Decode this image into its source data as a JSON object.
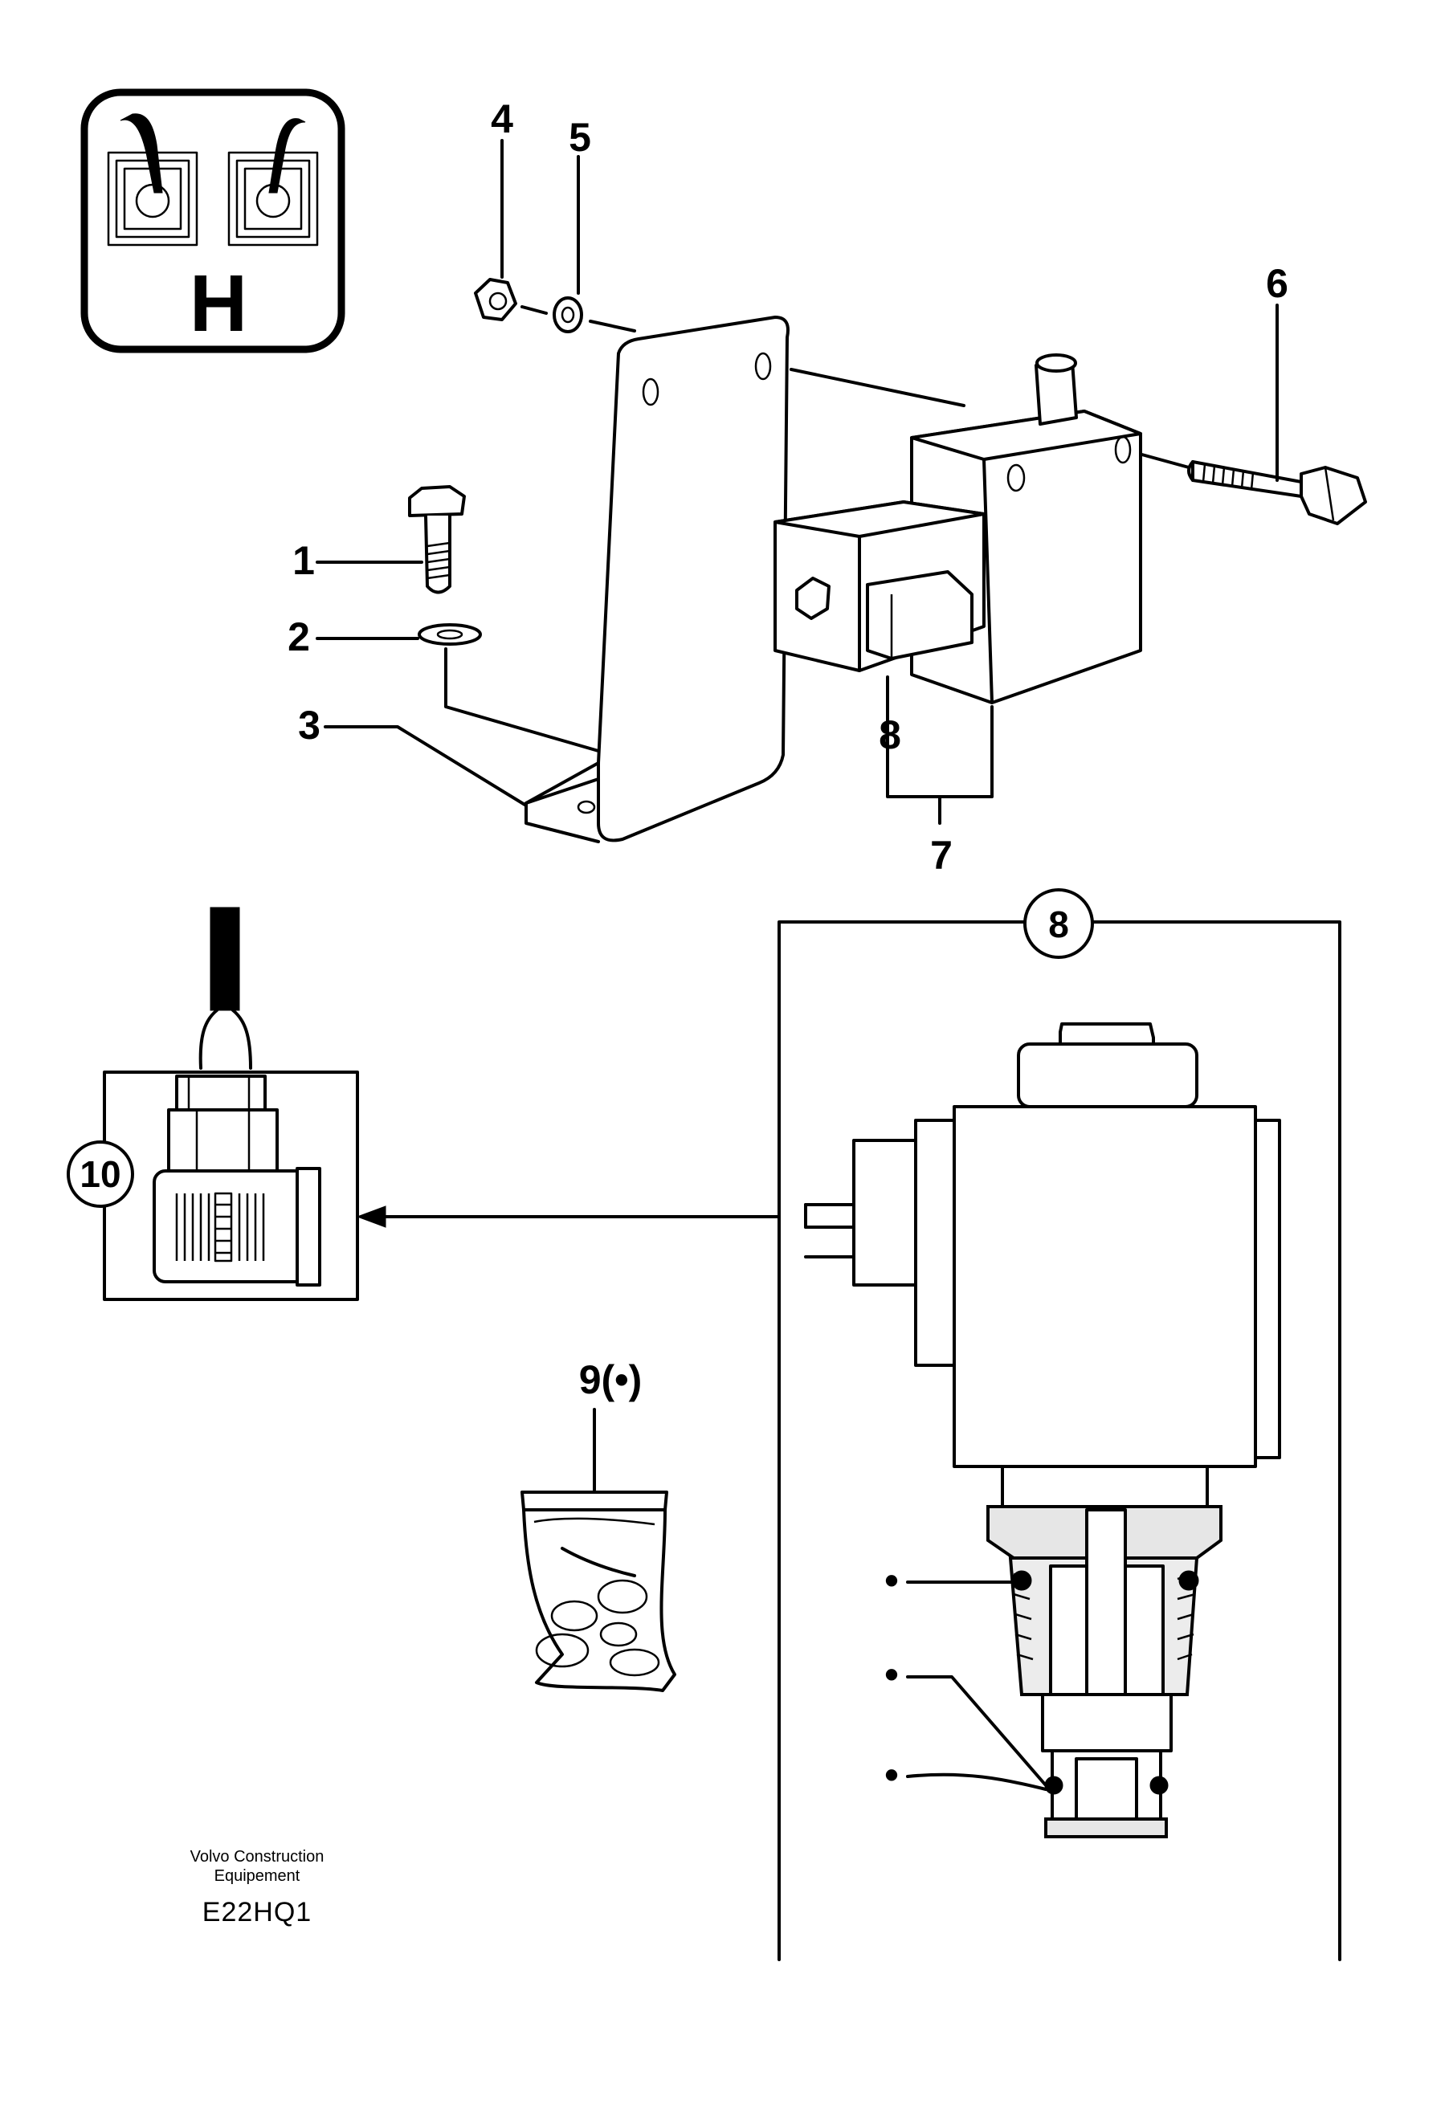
{
  "badge": {
    "letter": "H"
  },
  "callouts": {
    "c1": "1",
    "c2": "2",
    "c3": "3",
    "c4": "4",
    "c5": "5",
    "c6": "6",
    "c7": "7",
    "c8": "8",
    "c9": "9(•)",
    "c10": "10",
    "detail8": "8",
    "detail10": "10"
  },
  "seal_marker": "•",
  "caption": {
    "line1": "Volvo Construction",
    "line2": "Equipement",
    "code": "E22HQ1"
  }
}
